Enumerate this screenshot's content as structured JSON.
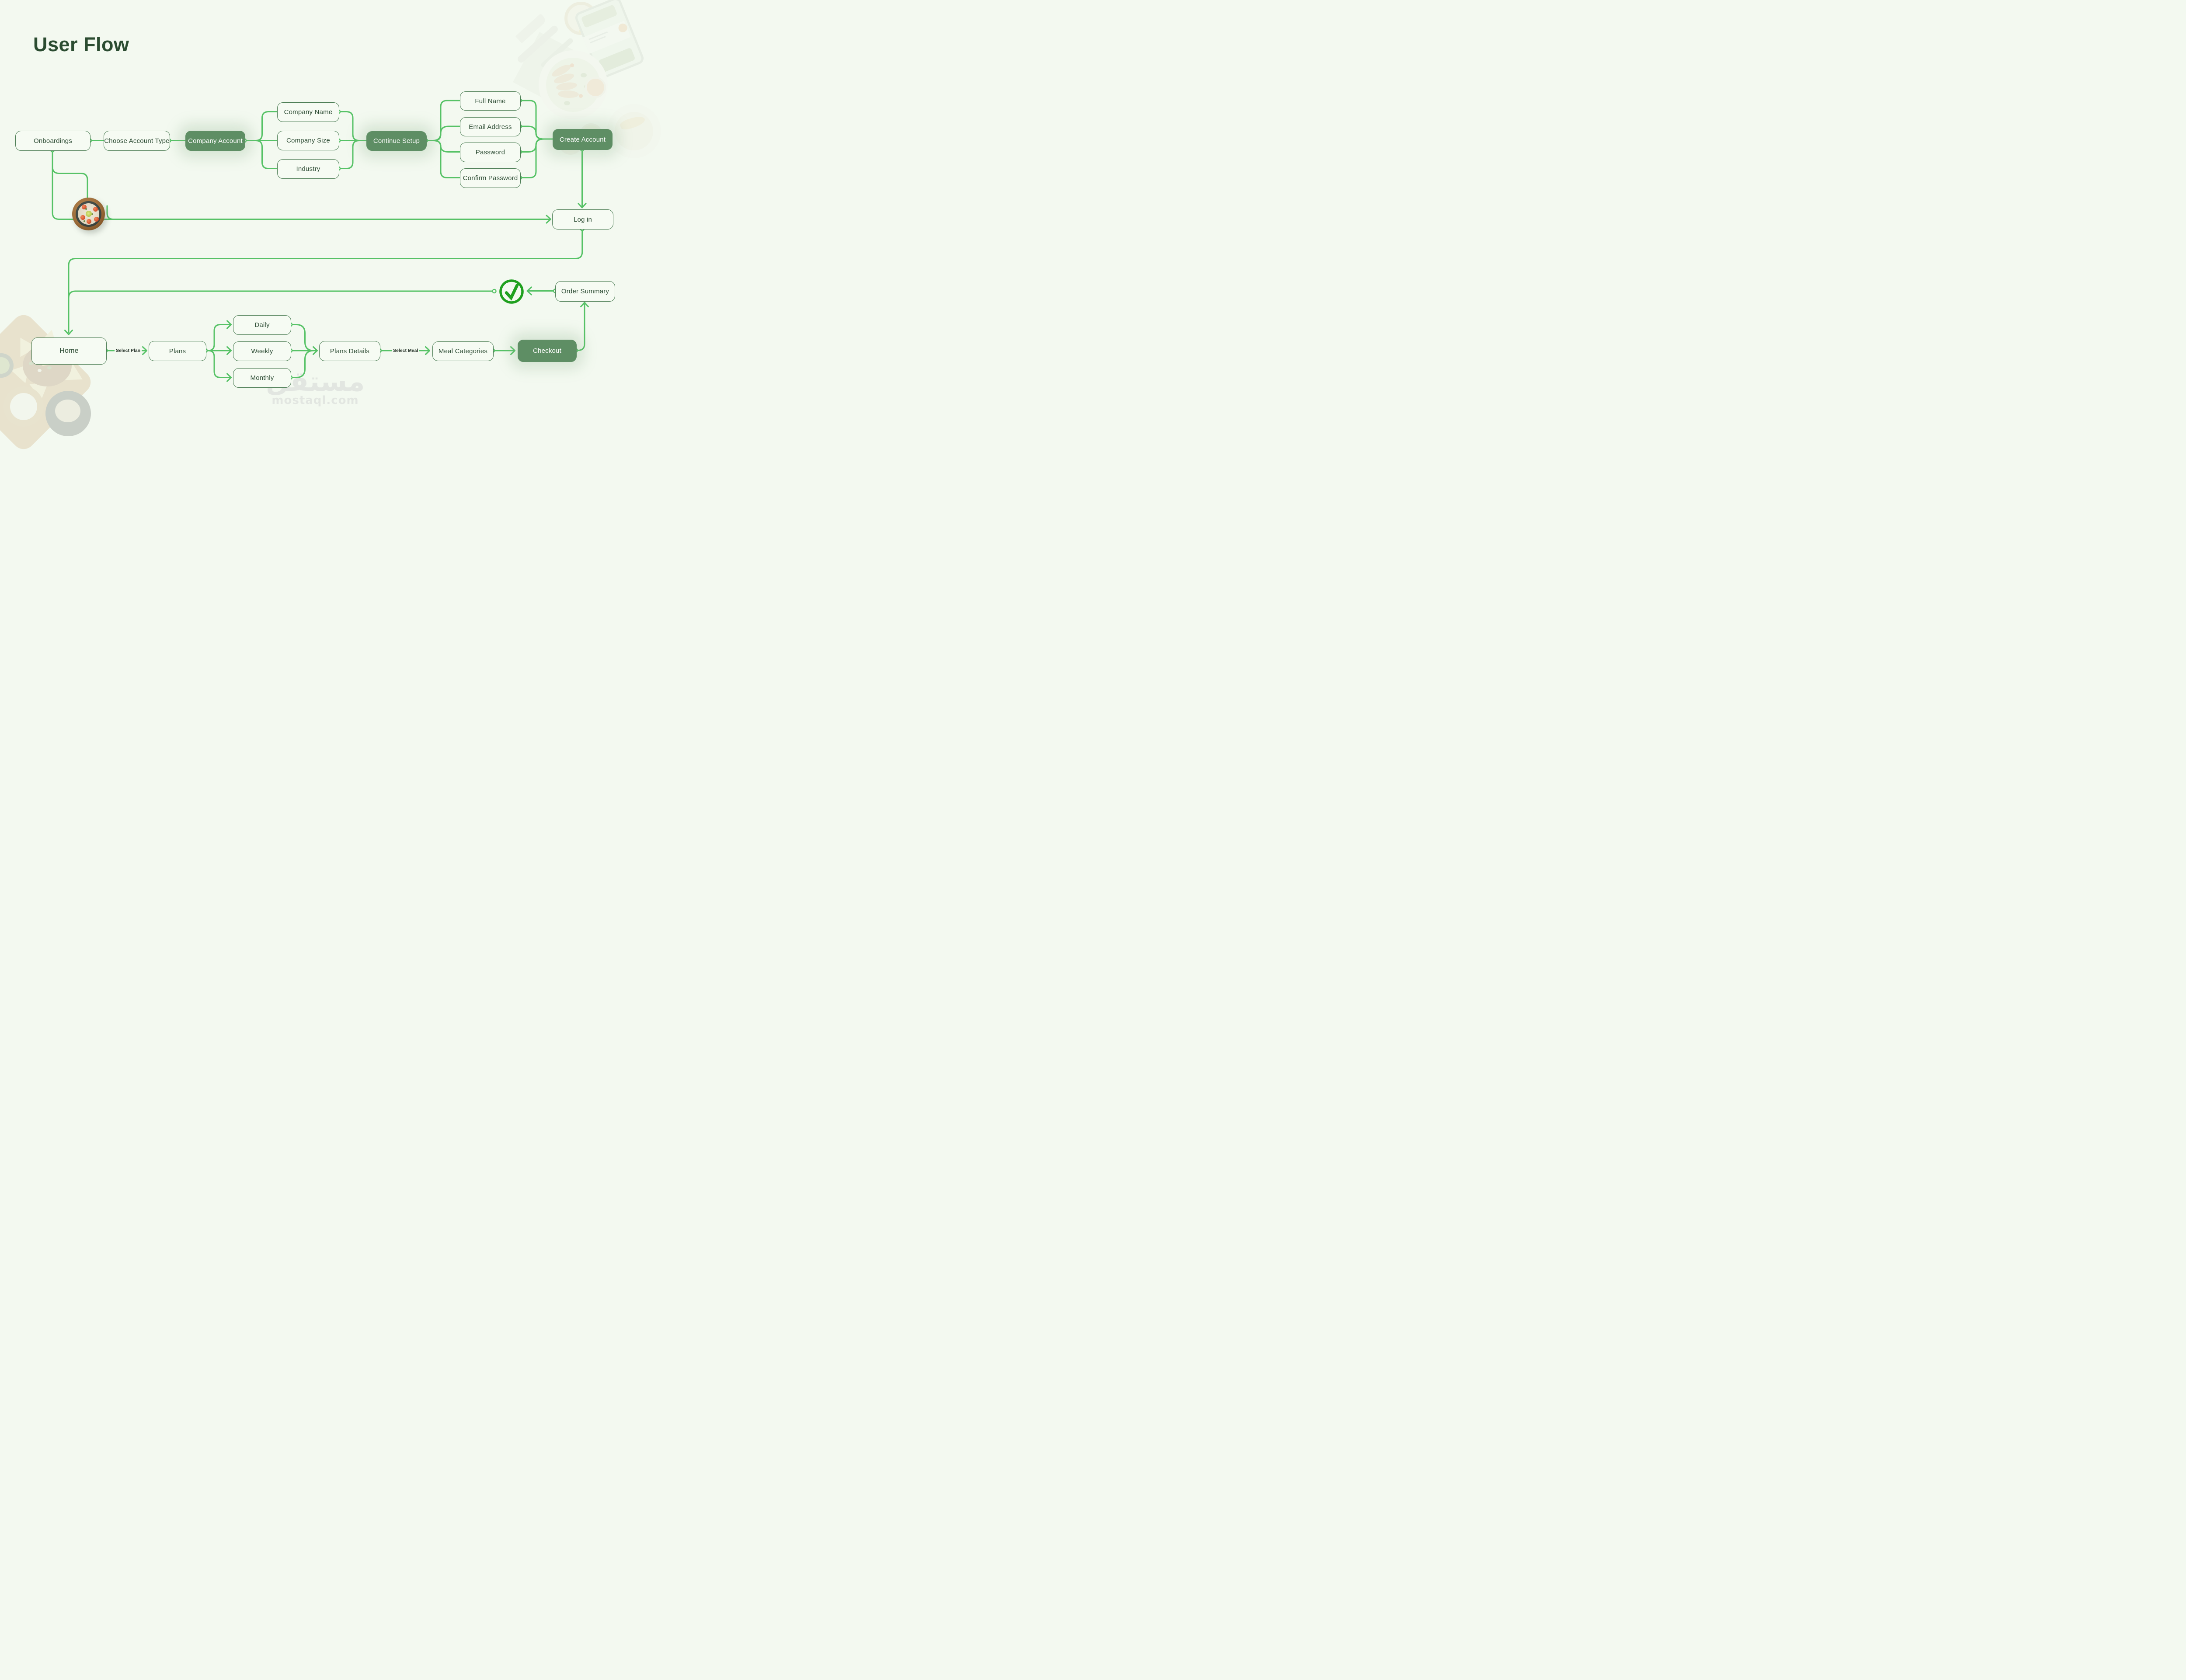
{
  "title": "User Flow",
  "nodes": {
    "onboardings": "Onboardings",
    "choose_account_type": "Choose Account Type",
    "company_account": "Company Account",
    "company_name": "Company Name",
    "company_size": "Company Size",
    "industry": "Industry",
    "continue_setup": "Continue Setup",
    "full_name": "Full Name",
    "email_address": "Email Address",
    "password": "Password",
    "confirm_password": "Confirm Password",
    "create_account": "Create Account",
    "log_in": "Log in",
    "order_summary": "Order Summary",
    "home": "Home",
    "plans": "Plans",
    "daily": "Daily",
    "weekly": "Weekly",
    "monthly": "Monthly",
    "plans_details": "Plans Details",
    "meal_categories": "Meal Categories",
    "checkout": "Checkout"
  },
  "edge_labels": {
    "select_plan": "Select Plan",
    "select_meal": "Select Meal"
  },
  "icons": {
    "success_check": "check-icon"
  },
  "watermark": {
    "arabic": "مستقل",
    "domain": "mostaql.com"
  },
  "colors": {
    "background": "#f3f9f0",
    "node_border": "#4b7c53",
    "node_fill_accent": "#5e8e64",
    "connector": "#56c266",
    "text_dark": "#2c4b33",
    "check_green": "#1fa01f",
    "title": "#2b4c31",
    "watermark_gray": "#e2e6e1"
  }
}
